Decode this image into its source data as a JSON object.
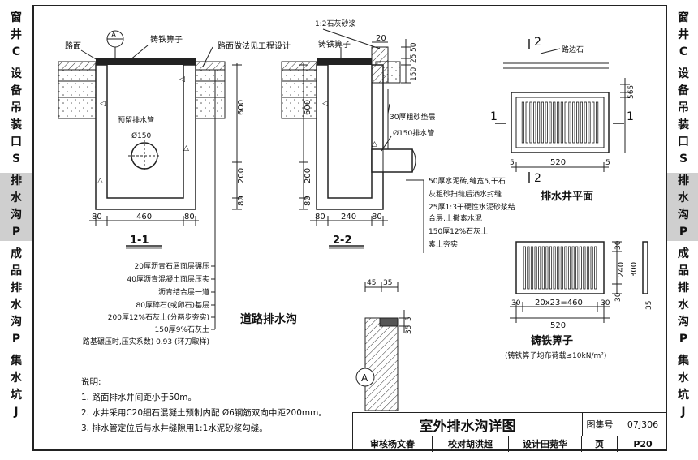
{
  "side_index": [
    {
      "text": "窗井C",
      "sel": false
    },
    {
      "text": "设备吊装口S",
      "sel": false
    },
    {
      "text": "排水沟P",
      "sel": true
    },
    {
      "text": "成品排水沟P",
      "sel": false
    },
    {
      "text": "集水坑J",
      "sel": false
    }
  ],
  "labels": {
    "road_surface": "路面",
    "cast_iron_grate": "铸铁箅子",
    "road_practice": "路面做法见工程设计",
    "detail_a": "A",
    "reserved_pipe": "预留排水管",
    "pipe_dia": "Ø150",
    "section_11": "1-1",
    "section_22": "2-2",
    "mortar_top": "1:2石灰砂浆",
    "grate_22": "铸铁箅子",
    "coarse_sand": "30厚粗砂垫层",
    "drain_pipe": "Ø150排水管",
    "curb": "路边石",
    "plan_title": "排水井平面",
    "grate_title": "铸铁箅子",
    "grate_note": "(铸铁箅子均布荷载≤10kN/m²)",
    "road_drain": "道路排水沟",
    "sec_mark_1": "1",
    "sec_mark_2": "2"
  },
  "layers_left": [
    "20厚沥青石屑面层碾压",
    "40厚沥青混凝土面层压实",
    "沥青结合层一道",
    "80厚碎石(或卵石)基层",
    "200厚12%石灰土(分两步夯实)",
    "150厚9%石灰土",
    "路基碾压时,压实系数) 0.93 (环刀取样)"
  ],
  "layers_right": [
    "50厚水泥砖,缝宽5,干石",
    "灰粗砂扫缝后洒水封缝",
    "25厚1:3干硬性水泥砂浆结",
    "合层,上撒素水泥",
    "150厚12%石灰土",
    "素土夯实"
  ],
  "dims": {
    "d600": "600",
    "d200": "200",
    "d80": "80",
    "d460": "460",
    "d240": "240",
    "d20": "20",
    "d520": "520",
    "d5": "5",
    "d300": "300",
    "d35": "35",
    "d30": "30",
    "d45": "45",
    "d150": "150",
    "d25": "25",
    "d50": "50",
    "d65": "65",
    "d565": "565",
    "bars": "20x23=460"
  },
  "notes": {
    "title": "说明:",
    "items": [
      "1. 路面排水井间距小于50m。",
      "2. 水井采用C20细石混凝土预制内配 Ø6钢筋双向中距200mm。",
      "3. 排水管定位后与水井缝隙用1:1水泥砂浆勾缝。"
    ]
  },
  "title_block": {
    "title": "室外排水沟详图",
    "atlas_label": "图集号",
    "atlas_no": "07J306",
    "review": "审核杨文春",
    "check": "校对胡洪超",
    "design": "设计田菀华",
    "page_label": "页",
    "page_no": "P20"
  }
}
